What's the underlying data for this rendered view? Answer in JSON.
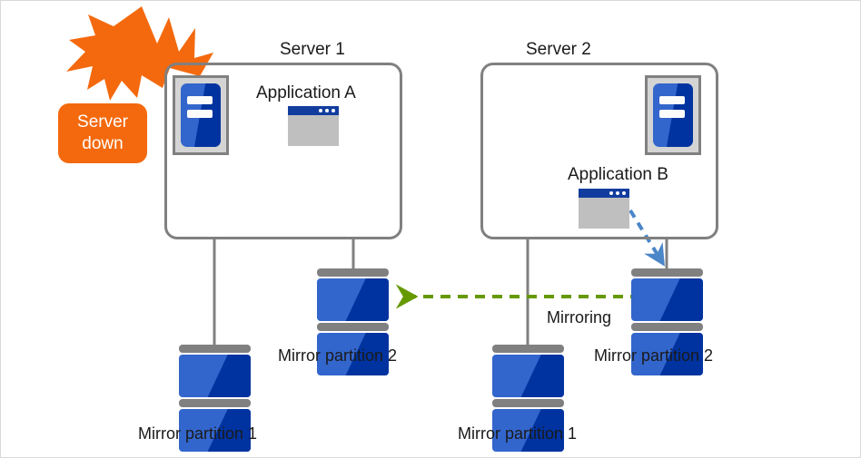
{
  "diagram": {
    "title_server1": "Server 1",
    "title_server2": "Server 2",
    "app_a": "Application  A",
    "app_b": "Application  B",
    "mirroring_label": "Mirroring",
    "server_down_line1": "Server",
    "server_down_line2": "down",
    "s1_partition1": "Mirror partition 1",
    "s1_partition2": "Mirror partition 2",
    "s2_partition1": "Mirror partition 1",
    "s2_partition2": "Mirror partition 2",
    "icons": {
      "server_tower_1": "server-tower-icon",
      "server_tower_2": "server-tower-icon",
      "app_window_a": "application-window-icon",
      "app_window_b": "application-window-icon",
      "failure_burst": "lightning-burst-icon",
      "disk_1": "disk-stack-icon",
      "disk_2": "disk-stack-icon",
      "disk_3": "disk-stack-icon",
      "disk_4": "disk-stack-icon",
      "mirroring_arrow": "green-dashed-arrow-icon",
      "failover_arrow": "blue-dashed-arrow-icon"
    },
    "colors": {
      "accent_orange": "#f4690d",
      "disk_light_blue": "#3366cc",
      "disk_dark_blue": "#0033a0",
      "outline_gray": "#808080",
      "mirroring_green": "#669900",
      "failover_blue": "#4a86c8",
      "window_title_blue": "#123d9e",
      "window_body_gray": "#bfbfbf",
      "background": "#ffffff"
    }
  }
}
